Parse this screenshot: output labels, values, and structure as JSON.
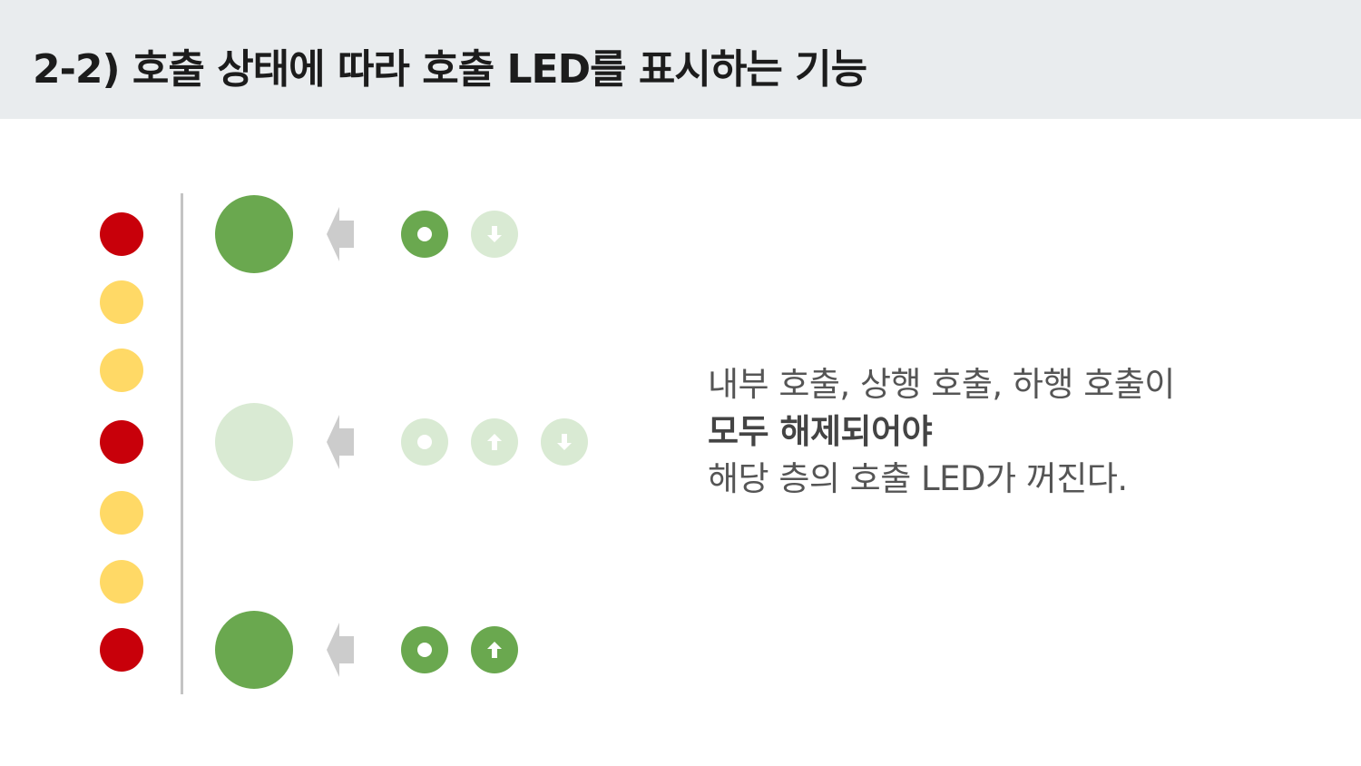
{
  "header": {
    "title": "2-2) 호출 상태에 따라 호출 LED를 표시하는 기능"
  },
  "floors": [
    {
      "color": "#c8000a"
    },
    {
      "color": "#ffd966"
    },
    {
      "color": "#ffd966"
    },
    {
      "color": "#c8000a"
    },
    {
      "color": "#ffd966"
    },
    {
      "color": "#ffd966"
    },
    {
      "color": "#c8000a"
    }
  ],
  "colors": {
    "led_on": "#6aa84f",
    "led_off": "#d9ead3",
    "arrow": "#cccccc"
  },
  "rows": [
    {
      "call_led": "on",
      "buttons": [
        {
          "type": "internal-call",
          "state": "on",
          "icon": "circle-icon"
        },
        {
          "type": "down-call",
          "state": "off",
          "icon": "arrow-down-icon"
        }
      ]
    },
    {
      "call_led": "off",
      "buttons": [
        {
          "type": "internal-call",
          "state": "off",
          "icon": "circle-icon"
        },
        {
          "type": "up-call",
          "state": "off",
          "icon": "arrow-up-icon"
        },
        {
          "type": "down-call",
          "state": "off",
          "icon": "arrow-down-icon"
        }
      ]
    },
    {
      "call_led": "on",
      "buttons": [
        {
          "type": "internal-call",
          "state": "on",
          "icon": "circle-icon"
        },
        {
          "type": "up-call",
          "state": "on",
          "icon": "arrow-up-icon"
        }
      ]
    }
  ],
  "description": {
    "line1": "내부 호출, 상행 호출, 하행 호출이",
    "line2": "모두 해제되어야",
    "line3": "해당 층의 호출 LED가 꺼진다."
  }
}
